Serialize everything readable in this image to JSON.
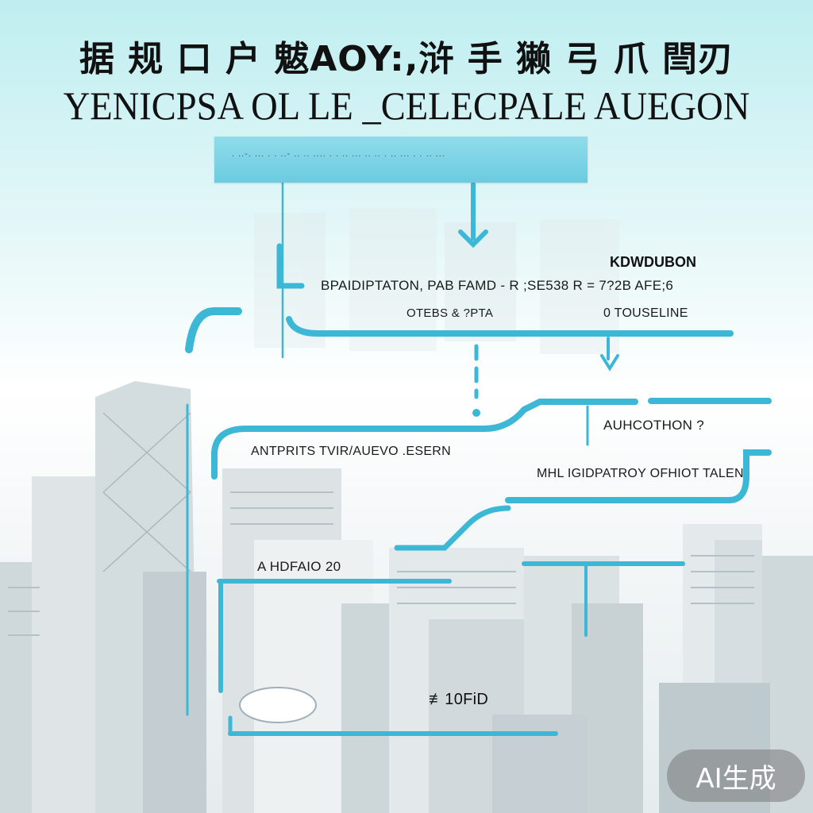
{
  "heading": {
    "line1": "据 规  口 户  魃AOY:,浒 手 獭 弓 爪 閆刃",
    "line2": "YENICPSA OL LE _CELECPALE AUEGON"
  },
  "top_box": {
    "caption": ". ..-. ... . . ..- .. .. .... . . .. ... .. .. . .. ... . . .. ..."
  },
  "labels": {
    "kdwdubon": "KDWDUBON",
    "row1": "BPAIDIPTATON, PAB FAMD  -  R ;SE538 R = 7?2B AFE;6",
    "otebs": "OTEBS & ?PTA",
    "otouseline": "0 TOUSELINE",
    "aucothon": "AUHCOTHON ?",
    "antprits": "ANTPRITS TVIR/AUEVO .ESERN",
    "mhl": "MHL IGIDPATROY OFHIOT TALEN",
    "hdfaio": "A  HDFAIO 20",
    "bottom": "≢10FiD"
  },
  "watermark": "AI生成",
  "colors": {
    "accent": "#3cb8d6",
    "accent_light": "#8fdcea",
    "building": "#c9d3d7",
    "building_dark": "#9fb0b6"
  }
}
